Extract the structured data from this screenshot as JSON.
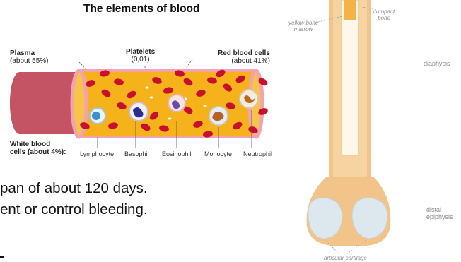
{
  "blood_diagram": {
    "title": "The elements of blood",
    "plasma": {
      "name": "Plasma",
      "detail": "(about 55%)"
    },
    "platelets": {
      "name": "Platelets",
      "detail": "(0,01)"
    },
    "red_blood_cells": {
      "name": "Red blood cells",
      "detail": "(about 41%)"
    },
    "white_blood_cells": {
      "label_line1": "White blood",
      "label_line2": "cells (about 4%):"
    },
    "wbc_types": [
      "Lymphocyte",
      "Basophil",
      "Eosinophil",
      "Monocyte",
      "Neutrophil"
    ],
    "colors": {
      "plasma": "#f5b21a",
      "rbc": "#c8102e",
      "vessel": "#b33a4a"
    }
  },
  "body_text": {
    "line1": "pan of about 120 days.",
    "line2": "ent  or  control  bleeding."
  },
  "bone_diagram": {
    "labels": {
      "yellow_marrow_1": "yellow bone",
      "yellow_marrow_2": "marrow",
      "compact_1": "compact",
      "compact_2": "bone",
      "diaphysis": "diaphysis",
      "distal_1": "distal",
      "distal_2": "epiphysis",
      "cartilage": "articular cartilage"
    },
    "colors": {
      "bone": "#f3c489",
      "cartilage": "#dde8ee"
    }
  }
}
